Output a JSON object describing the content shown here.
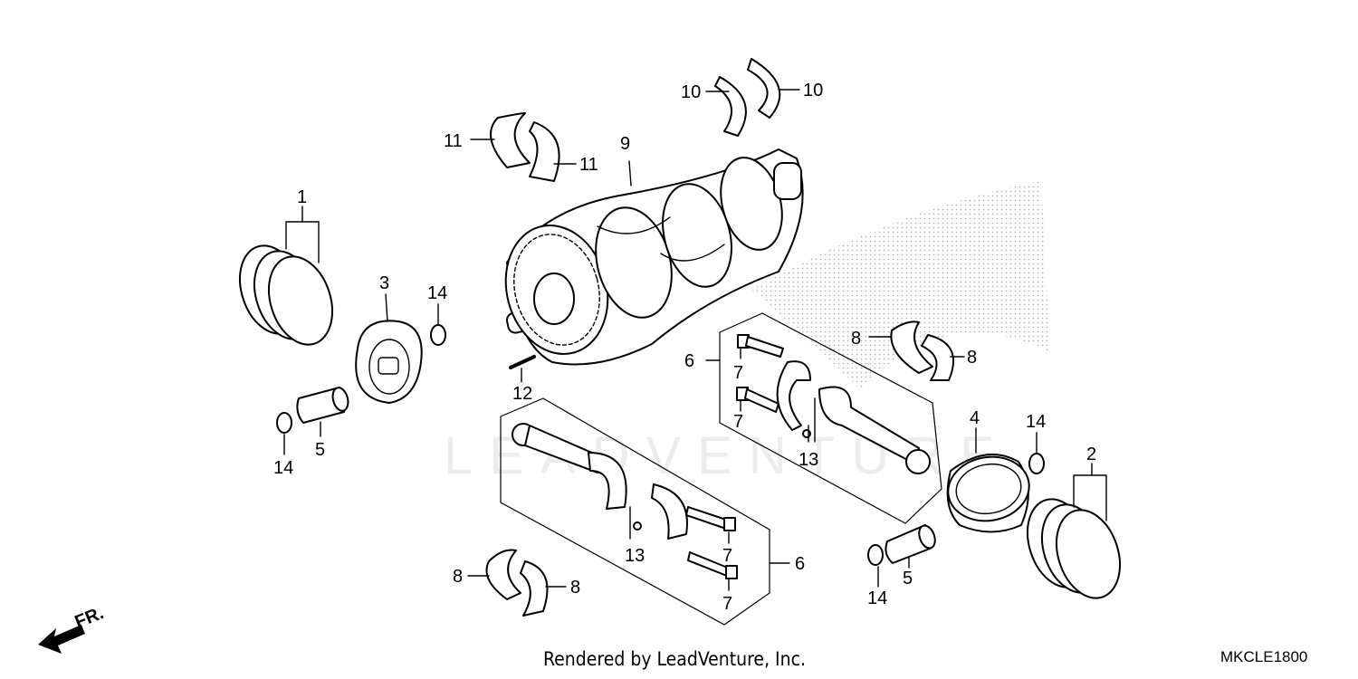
{
  "diagram": {
    "callouts": {
      "c1": "1",
      "c2": "2",
      "c3": "3",
      "c4": "4",
      "c5a": "5",
      "c5b": "5",
      "c6a": "6",
      "c6b": "6",
      "c7a": "7",
      "c7b": "7",
      "c7c": "7",
      "c7d": "7",
      "c8a": "8",
      "c8b": "8",
      "c8c": "8",
      "c8d": "8",
      "c9": "9",
      "c10a": "10",
      "c10b": "10",
      "c11a": "11",
      "c11b": "11",
      "c12": "12",
      "c13a": "13",
      "c13b": "13",
      "c14a": "14",
      "c14b": "14",
      "c14c": "14",
      "c14d": "14"
    },
    "direction_label": "FR.",
    "watermark": "LEADVENTURE",
    "credit": "Rendered by LeadVenture, Inc.",
    "diagram_code": "MKCLE1800"
  }
}
